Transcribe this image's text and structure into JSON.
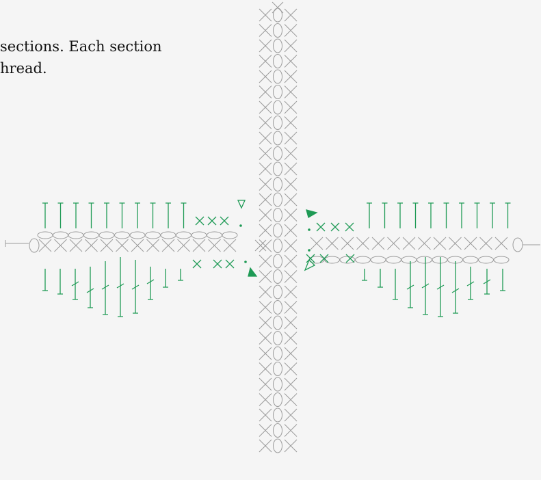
{
  "intro": {
    "line1": "sections. Each section",
    "line2": "hread."
  },
  "colors": {
    "stitch_gray": "#9b9b9b",
    "stitch_green": "#1e9a55",
    "background": "#f5f5f5",
    "text": "#111111"
  },
  "legend_symbols": [
    "chain-oval",
    "single-crochet-x",
    "double-crochet-t",
    "slip-stitch-dot",
    "start-arrow",
    "end-arrow"
  ]
}
